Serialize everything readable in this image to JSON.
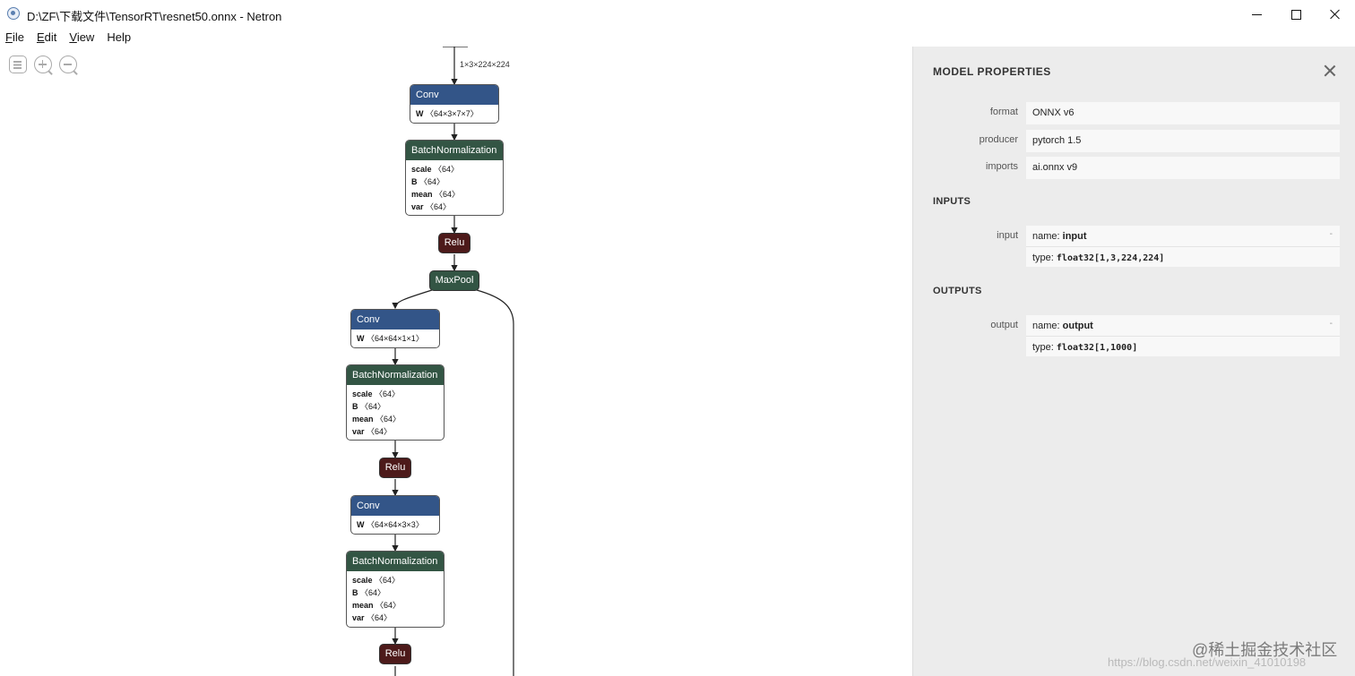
{
  "window": {
    "title": "D:\\ZF\\下载文件\\TensorRT\\resnet50.onnx - Netron"
  },
  "menu": [
    {
      "label": "File",
      "mnemonic": "F",
      "rest": "ile"
    },
    {
      "label": "Edit",
      "mnemonic": "E",
      "rest": "dit"
    },
    {
      "label": "View",
      "mnemonic": "V",
      "rest": "iew"
    },
    {
      "label": "Help",
      "mnemonic": "",
      "rest": "Help"
    }
  ],
  "graph": {
    "input_edge_label": "1×3×224×224",
    "nodes": [
      {
        "kind": "conv",
        "title": "Conv",
        "attrs": [
          {
            "k": "W",
            "v": "〈64×3×7×7〉"
          }
        ]
      },
      {
        "kind": "bn",
        "title": "BatchNormalization",
        "attrs": [
          {
            "k": "scale",
            "v": "〈64〉"
          },
          {
            "k": "B",
            "v": "〈64〉"
          },
          {
            "k": "mean",
            "v": "〈64〉"
          },
          {
            "k": "var",
            "v": "〈64〉"
          }
        ]
      },
      {
        "kind": "relu",
        "title": "Relu"
      },
      {
        "kind": "pool",
        "title": "MaxPool"
      },
      {
        "kind": "conv",
        "title": "Conv",
        "attrs": [
          {
            "k": "W",
            "v": "〈64×64×1×1〉"
          }
        ]
      },
      {
        "kind": "bn",
        "title": "BatchNormalization",
        "attrs": [
          {
            "k": "scale",
            "v": "〈64〉"
          },
          {
            "k": "B",
            "v": "〈64〉"
          },
          {
            "k": "mean",
            "v": "〈64〉"
          },
          {
            "k": "var",
            "v": "〈64〉"
          }
        ]
      },
      {
        "kind": "relu",
        "title": "Relu"
      },
      {
        "kind": "conv",
        "title": "Conv",
        "attrs": [
          {
            "k": "W",
            "v": "〈64×64×3×3〉"
          }
        ]
      },
      {
        "kind": "bn",
        "title": "BatchNormalization",
        "attrs": [
          {
            "k": "scale",
            "v": "〈64〉"
          },
          {
            "k": "B",
            "v": "〈64〉"
          },
          {
            "k": "mean",
            "v": "〈64〉"
          },
          {
            "k": "var",
            "v": "〈64〉"
          }
        ]
      },
      {
        "kind": "relu",
        "title": "Relu"
      }
    ]
  },
  "panel": {
    "title": "MODEL PROPERTIES",
    "props": [
      {
        "label": "format",
        "value": "ONNX v6"
      },
      {
        "label": "producer",
        "value": "pytorch 1.5"
      },
      {
        "label": "imports",
        "value": "ai.onnx v9"
      }
    ],
    "inputs_heading": "INPUTS",
    "input": {
      "label": "input",
      "name_key": "name: ",
      "name": "input",
      "type_key": "type: ",
      "type": "float32[1,3,224,224]",
      "toggle": "-"
    },
    "outputs_heading": "OUTPUTS",
    "output": {
      "label": "output",
      "name_key": "name: ",
      "name": "output",
      "type_key": "type: ",
      "type": "float32[1,1000]",
      "toggle": "-"
    }
  },
  "watermark": {
    "text": "@稀土掘金技术社区",
    "url": "https://blog.csdn.net/weixin_41010198"
  }
}
